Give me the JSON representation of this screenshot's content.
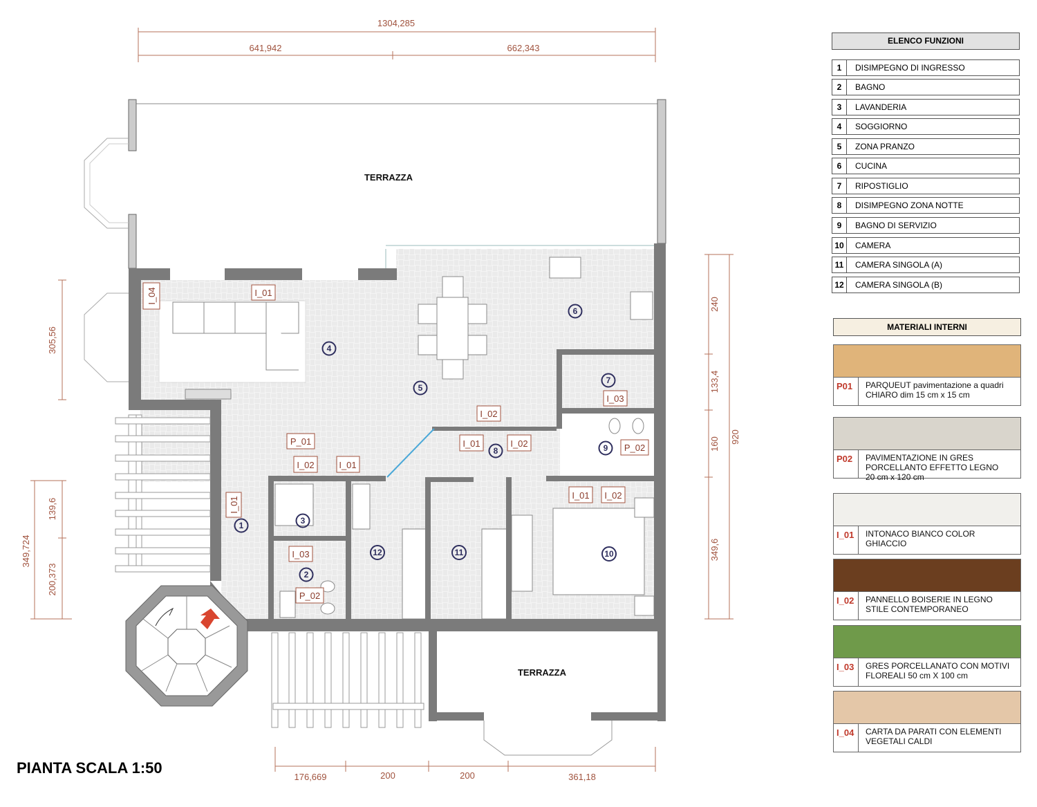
{
  "title": "PIANTA SCALA 1:50",
  "dimensions": {
    "top_total": "1304,285",
    "top_left": "641,942",
    "top_right": "662,343",
    "right": [
      "240",
      "133,4",
      "160",
      "349,6"
    ],
    "right_total": "920",
    "left_upper": "305,56",
    "left_total": "349,724",
    "left_a": "139,6",
    "left_b": "200,373",
    "bottom": [
      "176,669",
      "200",
      "200",
      "361,18"
    ]
  },
  "plan": {
    "terrace_top": "TERRAZZA",
    "terrace_bottom": "TERRAZZA",
    "rooms": [
      "1",
      "2",
      "3",
      "4",
      "5",
      "6",
      "7",
      "8",
      "9",
      "10",
      "11",
      "12"
    ],
    "tags": [
      "I_04",
      "I_01",
      "I_02",
      "P_01",
      "I_02",
      "I_01",
      "I_01",
      "I_02",
      "I_03",
      "P_02",
      "I_01",
      "I_03",
      "P_02",
      "I_01",
      "I_02"
    ]
  },
  "functions": {
    "header": "ELENCO FUNZIONI",
    "items": [
      {
        "n": "1",
        "label": "DISIMPEGNO DI INGRESSO"
      },
      {
        "n": "2",
        "label": "BAGNO"
      },
      {
        "n": "3",
        "label": "LAVANDERIA"
      },
      {
        "n": "4",
        "label": "SOGGIORNO"
      },
      {
        "n": "5",
        "label": "ZONA PRANZO"
      },
      {
        "n": "6",
        "label": "CUCINA"
      },
      {
        "n": "7",
        "label": "RIPOSTIGLIO"
      },
      {
        "n": "8",
        "label": "DISIMPEGNO ZONA NOTTE"
      },
      {
        "n": "9",
        "label": "BAGNO DI SERVIZIO"
      },
      {
        "n": "10",
        "label": "CAMERA"
      },
      {
        "n": "11",
        "label": "CAMERA SINGOLA (A)"
      },
      {
        "n": "12",
        "label": "CAMERA SINGOLA (B)"
      }
    ]
  },
  "materials": {
    "header": "MATERIALI INTERNI",
    "items": [
      {
        "code": "P01",
        "l1": "PARQUEUT pavimentazione a quadri",
        "l2": "CHIARO dim 15 cm x 15 cm",
        "l3": "",
        "color": "#e0b47a"
      },
      {
        "code": "P02",
        "l1": "PAVIMENTAZIONE IN GRES",
        "l2": "PORCELLANTO EFFETTO LEGNO",
        "l3": "20 cm x 120 cm",
        "color": "#d9d5cc"
      },
      {
        "code": "I_01",
        "l1": "INTONACO BIANCO COLOR",
        "l2": "GHIACCIO",
        "l3": "",
        "color": "#f1f0ec"
      },
      {
        "code": "I_02",
        "l1": "PANNELLO BOISERIE IN LEGNO",
        "l2": "STILE CONTEMPORANEO",
        "l3": "",
        "color": "#6b3e1f"
      },
      {
        "code": "I_03",
        "l1": "GRES PORCELLANATO CON MOTIVI",
        "l2": "FLOREALI 50 cm X 100 cm",
        "l3": "",
        "color": "#6f9a4a"
      },
      {
        "code": "I_04",
        "l1": "CARTA DA PARATI CON ELEMENTI",
        "l2": "VEGETALI CALDI",
        "l3": "",
        "color": "#e4c7a8"
      }
    ]
  }
}
